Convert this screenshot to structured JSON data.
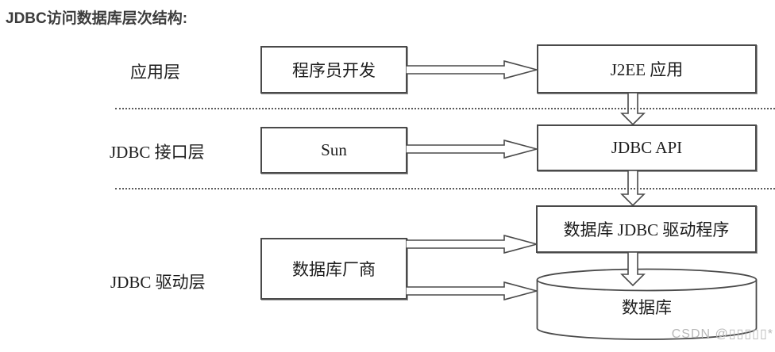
{
  "title": "JDBC访问数据库层次结构:",
  "layers": [
    {
      "name": "应用层",
      "left_box": "程序员开发",
      "right_box": "J2EE 应用"
    },
    {
      "name": "JDBC 接口层",
      "left_box": "Sun",
      "right_box": "JDBC API"
    },
    {
      "name": "JDBC 驱动层",
      "left_box": "数据库厂商",
      "right_box": "数据库 JDBC 驱动程序",
      "database_label": "数据库"
    }
  ],
  "watermark": "CSDN @▯▯▯▯▯*",
  "colors": {
    "line": "#4a4a4a",
    "title_text": "#3c3c3c",
    "watermark_text": "#b9b9b9"
  }
}
